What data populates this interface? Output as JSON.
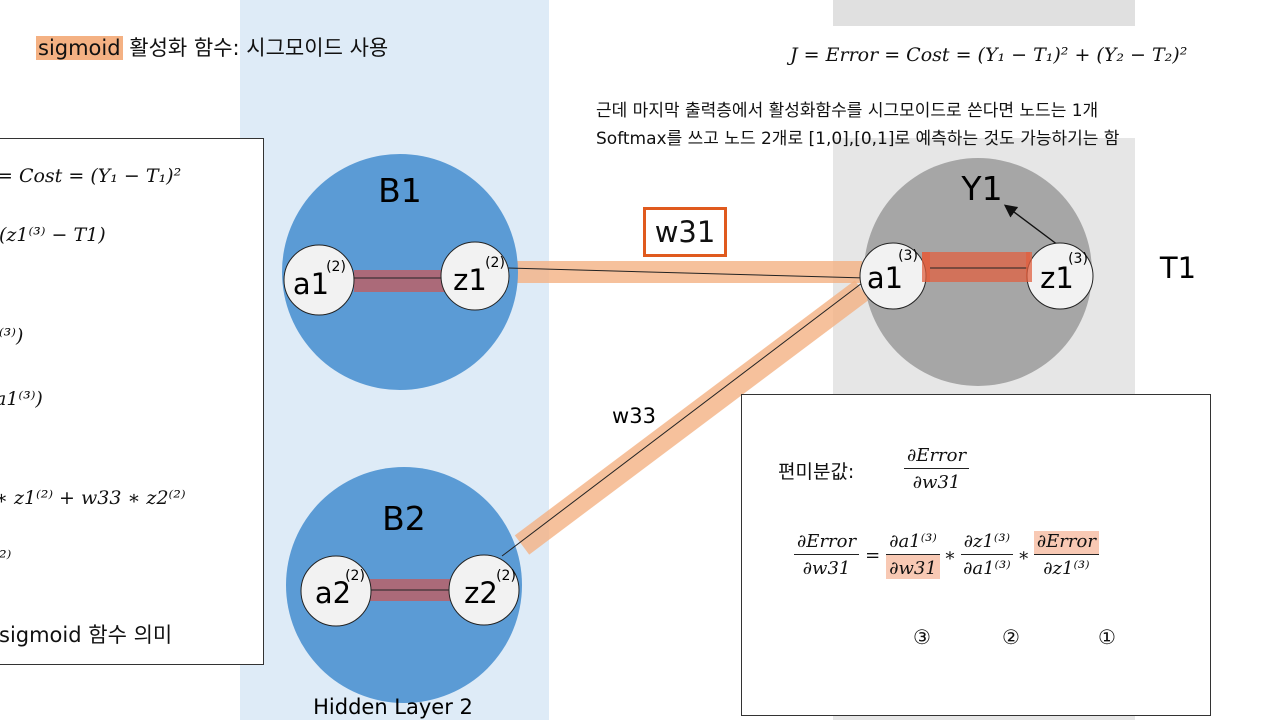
{
  "title": {
    "highlight": "sigmoid",
    "rest": "활성화 함수: 시그모이드 사용"
  },
  "cost_formula": "J = Error = Cost = (Y₁ − T₁)² + (Y₂ − T₂)²",
  "note": {
    "line1": "근데 마지막 출력층에서 활성화함수를 시그모이드로 쓴다면 노드는 1개",
    "line2": "Softmax를 쓰고 노드 2개로 [1,0],[0,1]로 예측하는 것도 가능하기는 함"
  },
  "left_box": {
    "line1": "= Cost = (Y₁ − T₁)²",
    "line2": "(z1⁽³⁾ − T1)",
    "line3": "⁽³⁾)",
    "line4": "a1⁽³⁾)",
    "line5": "∗ z1⁽²⁾ + w33 ∗ z2⁽²⁾",
    "line6": "²⁾",
    "footer": "sigmoid 함수 의미"
  },
  "network": {
    "b1": "B1",
    "b2": "B2",
    "y1": "Y1",
    "t1": "T1",
    "w31": "w31",
    "w33": "w33",
    "hidden_layer": "Hidden Layer 2",
    "nodes": {
      "a1_2": "a1",
      "z1_2": "z1",
      "a2_2": "a2",
      "z2_2": "z2",
      "a1_3": "a1",
      "z1_3": "z1",
      "sup2": "(2)",
      "sup3": "(3)"
    }
  },
  "partial": {
    "label": "편미분값:",
    "top_num": "∂Error",
    "top_den": "∂w31",
    "lhs_num": "∂Error",
    "lhs_den": "∂w31",
    "eq": "=",
    "t1_num": "∂a1⁽³⁾",
    "t1_den": "∂w31",
    "t2_num": "∂z1⁽³⁾",
    "t2_den": "∂a1⁽³⁾",
    "t3_num": "∂Error",
    "t3_den": "∂z1⁽³⁾",
    "mult": "∗",
    "circ3": "③",
    "circ2": "②",
    "circ1": "①"
  },
  "colors": {
    "node_blue": "#5b9bd5",
    "node_gray": "#a6a6a6",
    "highlight_orange": "#f4b183",
    "w31_border": "#e05a1e"
  }
}
